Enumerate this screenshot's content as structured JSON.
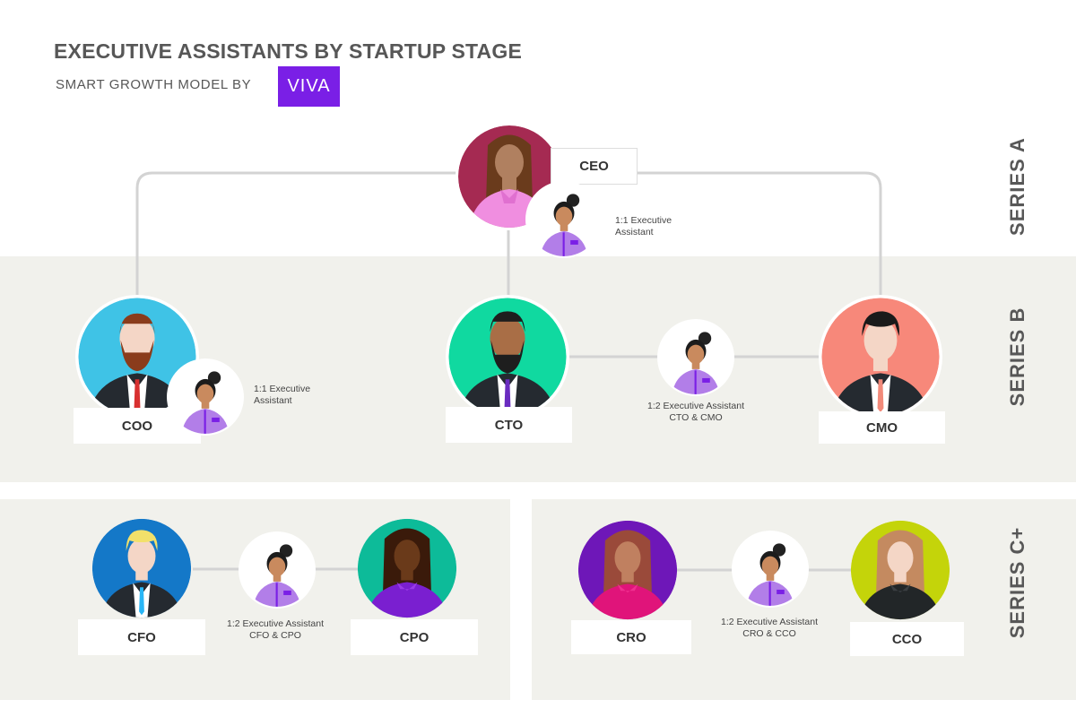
{
  "header": {
    "title": "EXECUTIVE ASSISTANTS BY STARTUP STAGE",
    "subtitle": "SMART GROWTH MODEL BY",
    "logo": "VIVA"
  },
  "stages": {
    "series_a": "SERIES A",
    "series_b": "SERIES B",
    "series_c": "SERIES C+"
  },
  "roles": {
    "ceo": "CEO",
    "coo": "COO",
    "cto": "CTO",
    "cmo": "CMO",
    "cfo": "CFO",
    "cpo": "CPO",
    "cro": "CRO",
    "cco": "CCO"
  },
  "assistants": {
    "ceo_line1": "1:1 Executive",
    "ceo_line2": "Assistant",
    "coo_line1": "1:1 Executive",
    "coo_line2": "Assistant",
    "cto_cmo_line1": "1:2 Executive Assistant",
    "cto_cmo_line2": "CTO & CMO",
    "cfo_cpo_line1": "1:2 Executive Assistant",
    "cfo_cpo_line2": "CFO & CPO",
    "cro_cco_line1": "1:2 Executive Assistant",
    "cro_cco_line2": "CRO & CCO"
  },
  "colors": {
    "brand_purple": "#7a1fe6",
    "band": "#f1f1ec",
    "connector": "#d3d3d3",
    "ceo_bg": "#a52a52",
    "coo_bg": "#3fc3e6",
    "cto_bg": "#10d9a0",
    "cmo_bg": "#f7887a",
    "cfo_bg": "#1478c8",
    "cpo_bg": "#0dbb99",
    "cro_bg": "#6e17b8",
    "cco_bg": "#c4d40a",
    "assistant_shirt": "#b27ee8"
  }
}
